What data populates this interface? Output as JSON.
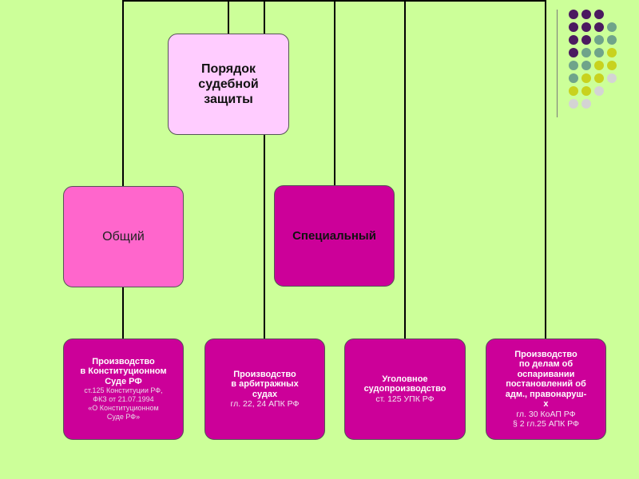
{
  "colors": {
    "background": "#ccff99",
    "root_fill": "#ffccff",
    "general_fill": "#ff66cc",
    "special_fill": "#cc0099",
    "leaf_fill": "#cc0099",
    "dot_purple": "#4b1a60",
    "dot_teal": "#6fa48a",
    "dot_yellow": "#c8d21e",
    "dot_gray": "#d4d4d4"
  },
  "diagram": {
    "root": {
      "label": "Порядок\nсудебной\nзащиты"
    },
    "general": {
      "label": "Общий"
    },
    "special": {
      "label": "Специальный"
    },
    "leaves": [
      {
        "title": "Производство\nв Конституционном\nСуде РФ",
        "ref": "ст.125 Конституции РФ,\nФКЗ от 21.07.1994\n«О Конституционном\nСуде РФ»"
      },
      {
        "title": "Производство\nв арбитражных\nсудах",
        "ref": "гл. 22, 24 АПК РФ"
      },
      {
        "title": "Уголовное\nсудопроизводство",
        "ref": "ст. 125 УПК РФ"
      },
      {
        "title": "Производство\nпо делам об\nоспаривании\nпостановлений об\nадм., правонаруш-\nх",
        "ref": "гл. 30 КоАП РФ\n§ 2 гл.25 АПК РФ"
      }
    ]
  },
  "decoration": {
    "dot_rows": [
      [
        "dot_purple",
        "dot_purple",
        "dot_purple"
      ],
      [
        "dot_purple",
        "dot_purple",
        "dot_purple",
        "dot_teal"
      ],
      [
        "dot_purple",
        "dot_purple",
        "dot_teal",
        "dot_teal"
      ],
      [
        "dot_purple",
        "dot_teal",
        "dot_teal",
        "dot_yellow"
      ],
      [
        "dot_teal",
        "dot_teal",
        "dot_yellow",
        "dot_yellow"
      ],
      [
        "dot_teal",
        "dot_yellow",
        "dot_yellow",
        "dot_gray"
      ],
      [
        "dot_yellow",
        "dot_yellow",
        "dot_gray"
      ],
      [
        "dot_gray",
        "dot_gray"
      ]
    ]
  }
}
